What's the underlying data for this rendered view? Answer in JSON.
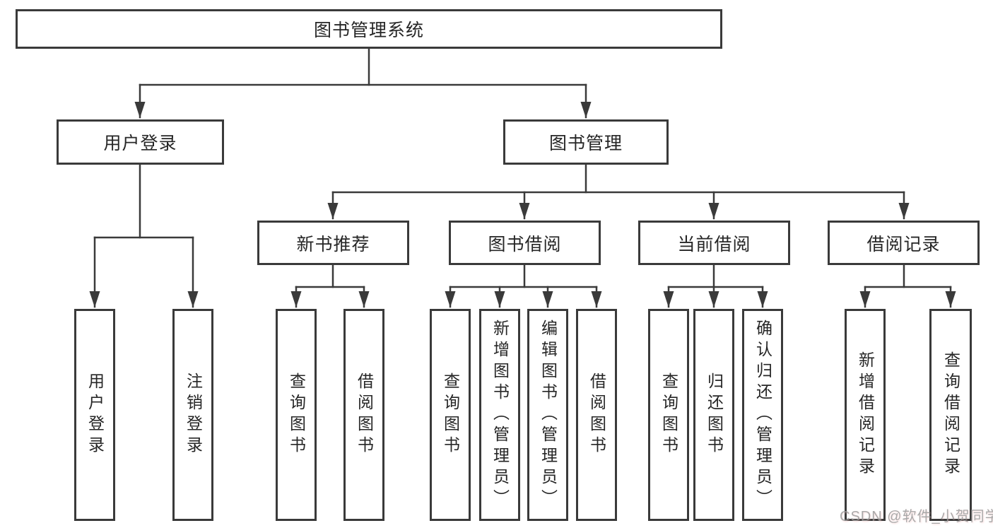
{
  "tree": {
    "root": {
      "label": "图书管理系统"
    },
    "branches": [
      {
        "label": "用户登录",
        "leaves": [
          "用户登录",
          "注销登录"
        ]
      },
      {
        "label": "图书管理",
        "children": [
          {
            "label": "新书推荐",
            "leaves": [
              "查询图书",
              "借阅图书"
            ]
          },
          {
            "label": "图书借阅",
            "leaves": [
              "查询图书",
              "新增图书（管理员）",
              "编辑图书（管理员）",
              "借阅图书"
            ]
          },
          {
            "label": "当前借阅",
            "leaves": [
              "查询图书",
              "归还图书",
              "确认归还（管理员）"
            ]
          },
          {
            "label": "借阅记录",
            "leaves": [
              "新增借阅记录",
              "查询借阅记录"
            ]
          }
        ]
      }
    ]
  },
  "watermark": {
    "text": "CSDN @软件_小贺同学"
  },
  "colors": {
    "line": "#3a3a3a",
    "box_border": "#3a3a3a",
    "text": "#262626",
    "watermark": "#9b9b9b",
    "background": "#ffffff"
  }
}
